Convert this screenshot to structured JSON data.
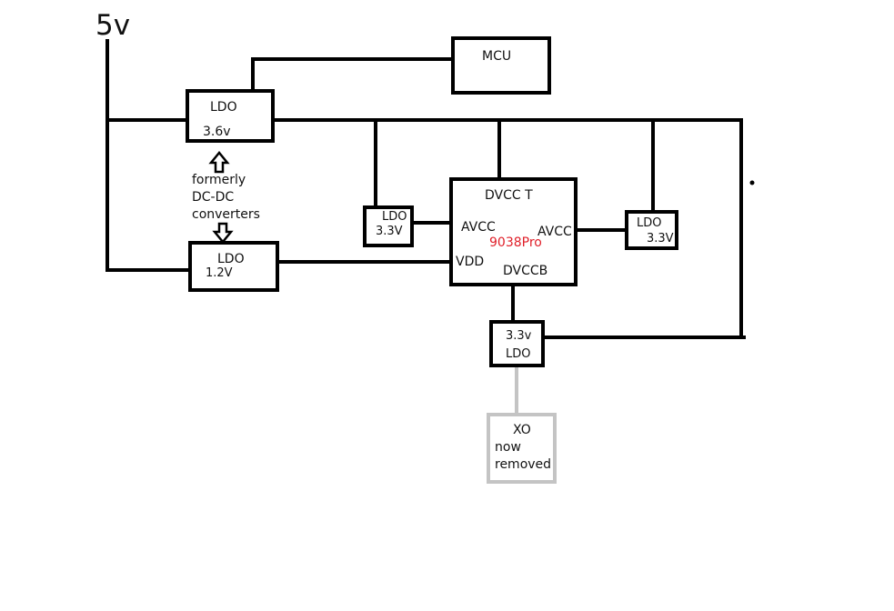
{
  "supply": {
    "label": "5v"
  },
  "mcu": {
    "label": "MCU"
  },
  "ldo_36": {
    "name": "LDO",
    "voltage": "3.6v"
  },
  "ldo_12": {
    "name": "LDO",
    "voltage": "1.2V"
  },
  "ldo_33_left": {
    "name": "LDO",
    "voltage": "3.3V"
  },
  "ldo_33_right": {
    "name": "LDO",
    "voltage": "3.3V"
  },
  "ldo_33_bottom": {
    "voltage": "3.3v",
    "name": "LDO"
  },
  "note": {
    "line1": "formerly",
    "line2": "DC-DC",
    "line3": "converters"
  },
  "chip": {
    "name": "9038Pro",
    "name_color": "#e0202a",
    "pin_dvcct": "DVCC T",
    "pin_avcc_left": "AVCC",
    "pin_avcc_right": "AVCC",
    "pin_vdd": "VDD",
    "pin_dvccb": "DVCCB"
  },
  "xo": {
    "line1": "XO",
    "line2": "now",
    "line3": "removed",
    "color": "#c4c4c4"
  }
}
